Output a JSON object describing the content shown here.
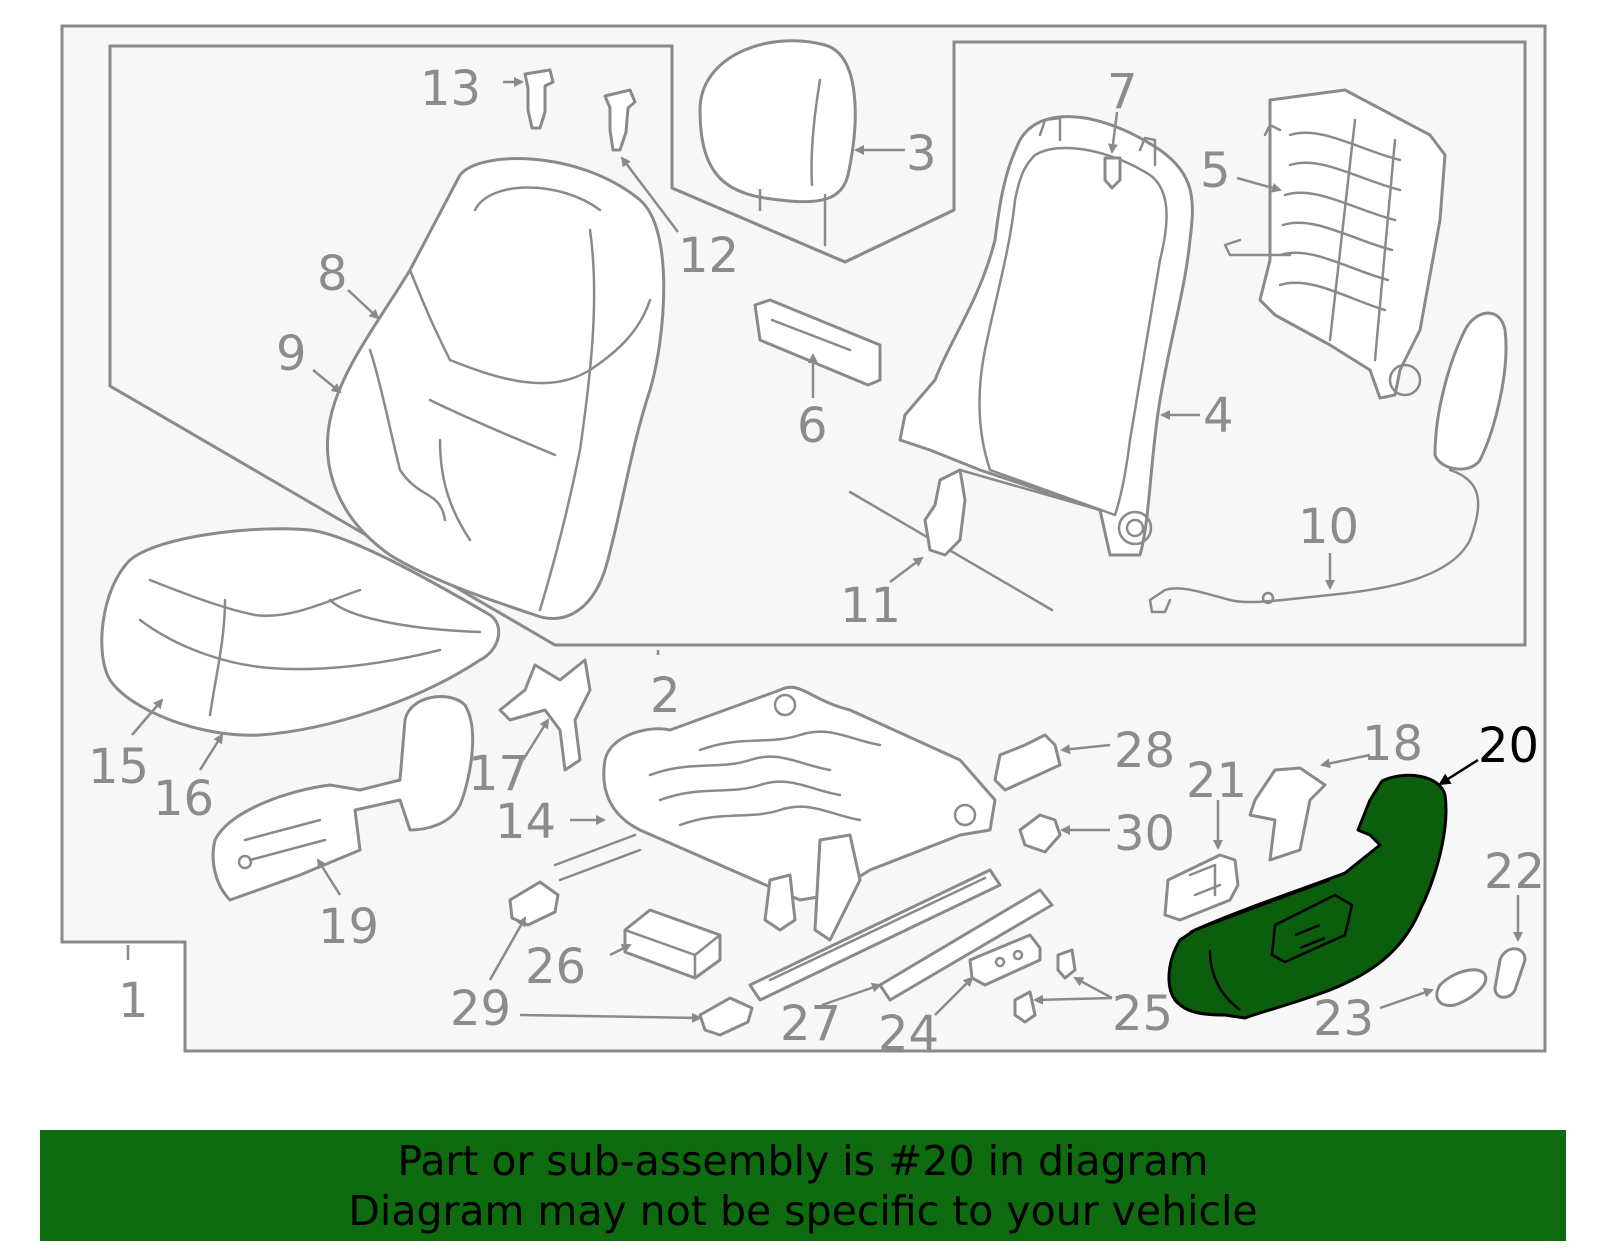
{
  "colors": {
    "highlight": "#0b5e0b",
    "banner": "#0f6b0f",
    "line_art": "#8a8a8a",
    "panel_bg": "#f7f7f7"
  },
  "labels": {
    "p1": "1",
    "p2": "2",
    "p3": "3",
    "p4": "4",
    "p5": "5",
    "p6": "6",
    "p7": "7",
    "p8": "8",
    "p9": "9",
    "p10": "10",
    "p11": "11",
    "p12": "12",
    "p13": "13",
    "p14": "14",
    "p15": "15",
    "p16": "16",
    "p17": "17",
    "p18": "18",
    "p19": "19",
    "p20": "20",
    "p21": "21",
    "p22": "22",
    "p23": "23",
    "p24": "24",
    "p25": "25",
    "p26": "26",
    "p27": "27",
    "p28": "28",
    "p29": "29",
    "p30": "30"
  },
  "banner": {
    "line1": "Part or sub-assembly is #20 in diagram",
    "line2": "Diagram may not be specific to your vehicle"
  },
  "highlighted_part": "20"
}
